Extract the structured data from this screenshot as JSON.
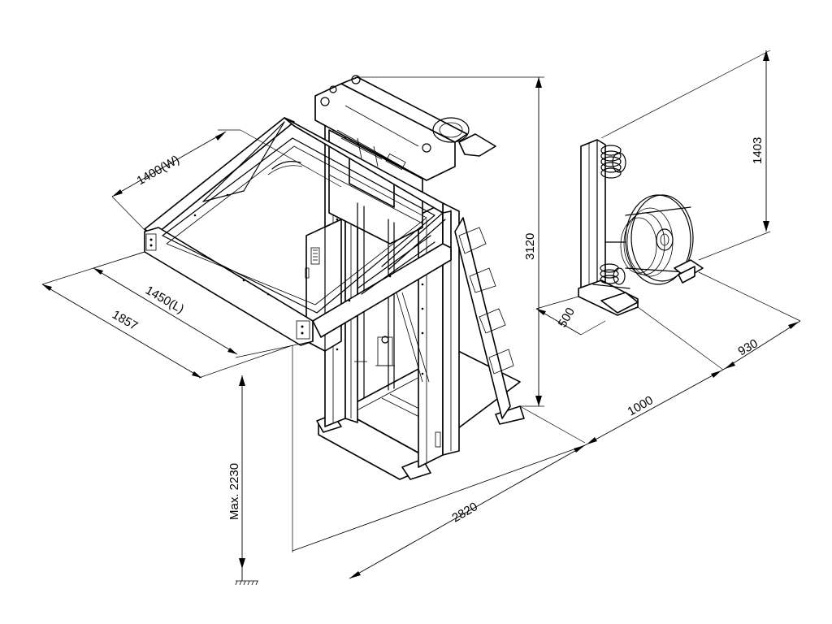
{
  "dimensions": {
    "width_label": "1400(W)",
    "length_label": "1450(L)",
    "overall_depth_label": "1857",
    "height_label": "3120",
    "max_height_label": "Max. 2230",
    "base_length_label": "2820",
    "gap_label": "1000",
    "dispenser_depth_label": "930",
    "dispenser_width_label": "500",
    "dispenser_height_label": "1403"
  },
  "components": [
    "strapping-machine",
    "pallet-arch-frame",
    "control-cabinet",
    "strap-dispenser",
    "coil-reel"
  ]
}
